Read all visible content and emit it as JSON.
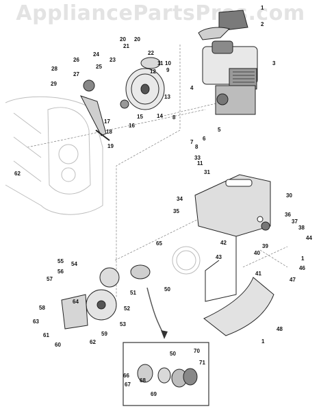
{
  "watermark": "AppliancePartsPros.com",
  "callouts": [
    {
      "id": "c1a",
      "text": "1"
    },
    {
      "id": "c2",
      "text": "2"
    },
    {
      "id": "c3",
      "text": "3"
    },
    {
      "id": "c4",
      "text": "4"
    },
    {
      "id": "c5",
      "text": "5"
    },
    {
      "id": "c6",
      "text": "6"
    },
    {
      "id": "c7",
      "text": "7"
    },
    {
      "id": "c8a",
      "text": "8"
    },
    {
      "id": "c8b",
      "text": "8"
    },
    {
      "id": "c9",
      "text": "9"
    },
    {
      "id": "c10",
      "text": "10"
    },
    {
      "id": "c11a",
      "text": "11"
    },
    {
      "id": "c11b",
      "text": "11"
    },
    {
      "id": "c12",
      "text": "12"
    },
    {
      "id": "c13",
      "text": "13"
    },
    {
      "id": "c14",
      "text": "14"
    },
    {
      "id": "c15",
      "text": "15"
    },
    {
      "id": "c16",
      "text": "16"
    },
    {
      "id": "c17",
      "text": "17"
    },
    {
      "id": "c18",
      "text": "18"
    },
    {
      "id": "c19",
      "text": "19"
    },
    {
      "id": "c20a",
      "text": "20"
    },
    {
      "id": "c20b",
      "text": "20"
    },
    {
      "id": "c21",
      "text": "21"
    },
    {
      "id": "c22",
      "text": "22"
    },
    {
      "id": "c23",
      "text": "23"
    },
    {
      "id": "c24",
      "text": "24"
    },
    {
      "id": "c25",
      "text": "25"
    },
    {
      "id": "c26",
      "text": "26"
    },
    {
      "id": "c27",
      "text": "27"
    },
    {
      "id": "c28",
      "text": "28"
    },
    {
      "id": "c29",
      "text": "29"
    },
    {
      "id": "c30",
      "text": "30"
    },
    {
      "id": "c31",
      "text": "31"
    },
    {
      "id": "c33",
      "text": "33"
    },
    {
      "id": "c34",
      "text": "34"
    },
    {
      "id": "c35",
      "text": "35"
    },
    {
      "id": "c36",
      "text": "36"
    },
    {
      "id": "c37",
      "text": "37"
    },
    {
      "id": "c38",
      "text": "38"
    },
    {
      "id": "c39",
      "text": "39"
    },
    {
      "id": "c40",
      "text": "40"
    },
    {
      "id": "c41",
      "text": "41"
    },
    {
      "id": "c42",
      "text": "42"
    },
    {
      "id": "c43",
      "text": "43"
    },
    {
      "id": "c44",
      "text": "44"
    },
    {
      "id": "c46",
      "text": "46"
    },
    {
      "id": "c1b",
      "text": "1"
    },
    {
      "id": "c47",
      "text": "47"
    },
    {
      "id": "c48",
      "text": "48"
    },
    {
      "id": "c1c",
      "text": "1"
    },
    {
      "id": "c50a",
      "text": "50"
    },
    {
      "id": "c51",
      "text": "51"
    },
    {
      "id": "c52",
      "text": "52"
    },
    {
      "id": "c53",
      "text": "53"
    },
    {
      "id": "c54",
      "text": "54"
    },
    {
      "id": "c55",
      "text": "55"
    },
    {
      "id": "c56",
      "text": "56"
    },
    {
      "id": "c57",
      "text": "57"
    },
    {
      "id": "c58",
      "text": "58"
    },
    {
      "id": "c59",
      "text": "59"
    },
    {
      "id": "c60",
      "text": "60"
    },
    {
      "id": "c61",
      "text": "61"
    },
    {
      "id": "c62a",
      "text": "62"
    },
    {
      "id": "c62b",
      "text": "62"
    },
    {
      "id": "c63",
      "text": "63"
    },
    {
      "id": "c64",
      "text": "64"
    },
    {
      "id": "c65",
      "text": "65"
    },
    {
      "id": "c50b",
      "text": "50"
    },
    {
      "id": "c66",
      "text": "66"
    },
    {
      "id": "c67",
      "text": "67"
    },
    {
      "id": "c68",
      "text": "68"
    },
    {
      "id": "c69",
      "text": "69"
    },
    {
      "id": "c70",
      "text": "70"
    },
    {
      "id": "c71",
      "text": "71"
    }
  ]
}
